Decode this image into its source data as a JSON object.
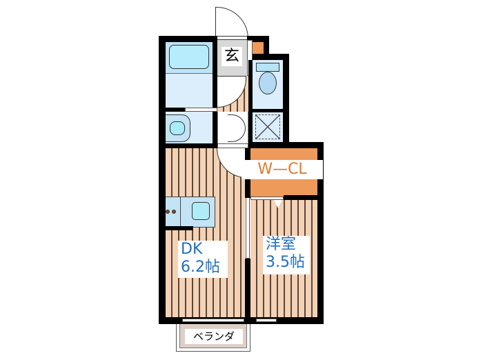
{
  "floorplan": {
    "rooms": {
      "genkan": {
        "label": "玄"
      },
      "wcl": {
        "label": "W—CL"
      },
      "dk": {
        "name": "DK",
        "size": "6.2帖"
      },
      "yoshitsu": {
        "name": "洋室",
        "size": "3.5帖"
      },
      "veranda": {
        "label": "ベランダ"
      }
    },
    "colors": {
      "wall": "#000000",
      "floor": "#f4d2b6",
      "floor_line": "#5a4636",
      "wet_area": "#dceefb",
      "fixture": "#b6e9fb",
      "closet": "#ee9a5a",
      "label_blue": "#1f6fc0",
      "label_orange": "#e0782a"
    }
  }
}
